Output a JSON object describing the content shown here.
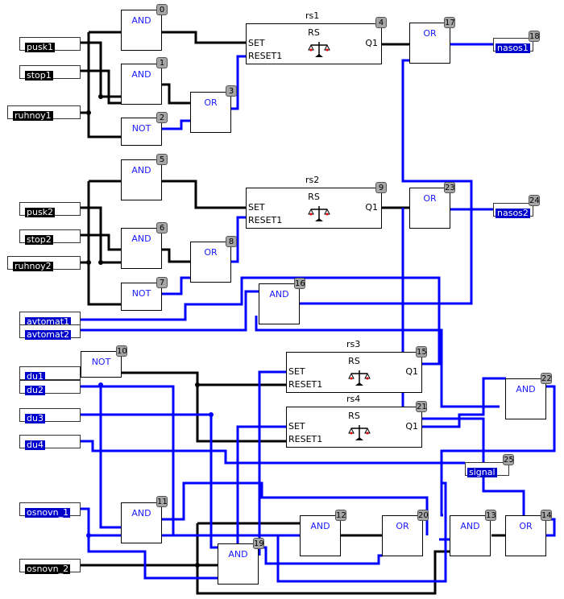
{
  "colors": {
    "wire_active": "#0000ff",
    "wire_inactive": "#000000",
    "block_label": "#1a1aff",
    "badge": "#a6a6a6"
  },
  "inputs": {
    "pusk1": "pusk1",
    "stop1": "stop1",
    "ruhnoy1": "ruhnoy1",
    "pusk2": "pusk2",
    "stop2": "stop2",
    "ruhnoy2": "ruhnoy2",
    "avtomat1": "avtomat1",
    "avtomat2": "avtomat2",
    "du1": "du1",
    "du2": "du2",
    "du3": "du3",
    "du4": "du4",
    "osnovn_1": "osnovn_1",
    "osnovn_2": "osnovn_2"
  },
  "outputs": {
    "nasos1": "nasos1",
    "nasos2": "nasos2",
    "signal": "signal"
  },
  "blocks": {
    "b0": {
      "type": "AND",
      "num": "0"
    },
    "b1": {
      "type": "AND",
      "num": "1"
    },
    "b2": {
      "type": "NOT",
      "num": "2"
    },
    "b3": {
      "type": "OR",
      "num": "3"
    },
    "b5": {
      "type": "AND",
      "num": "5"
    },
    "b6": {
      "type": "AND",
      "num": "6"
    },
    "b7": {
      "type": "NOT",
      "num": "7"
    },
    "b8": {
      "type": "OR",
      "num": "8"
    },
    "b10": {
      "type": "NOT",
      "num": "10"
    },
    "b11": {
      "type": "AND",
      "num": "11"
    },
    "b12": {
      "type": "AND",
      "num": "12"
    },
    "b13": {
      "type": "AND",
      "num": "13"
    },
    "b14": {
      "type": "OR",
      "num": "14"
    },
    "b16": {
      "type": "AND",
      "num": "16"
    },
    "b17": {
      "type": "OR",
      "num": "17"
    },
    "b19": {
      "type": "AND",
      "num": "19"
    },
    "b20": {
      "type": "OR",
      "num": "20"
    },
    "b22": {
      "type": "AND",
      "num": "22"
    },
    "b23": {
      "type": "OR",
      "num": "23"
    }
  },
  "triggers": {
    "rs1": {
      "title": "rs1",
      "type": "RS",
      "set": "SET",
      "reset": "RESET1",
      "q": "Q1",
      "num": "4"
    },
    "rs2": {
      "title": "rs2",
      "type": "RS",
      "set": "SET",
      "reset": "RESET1",
      "q": "Q1",
      "num": "9"
    },
    "rs3": {
      "title": "rs3",
      "type": "RS",
      "set": "SET",
      "reset": "RESET1",
      "q": "Q1",
      "num": "15"
    },
    "rs4": {
      "title": "rs4",
      "type": "RS",
      "set": "SET",
      "reset": "RESET1",
      "q": "Q1",
      "num": "21"
    }
  },
  "output_nums": {
    "nasos1": "18",
    "nasos2": "24",
    "signal": "25"
  }
}
